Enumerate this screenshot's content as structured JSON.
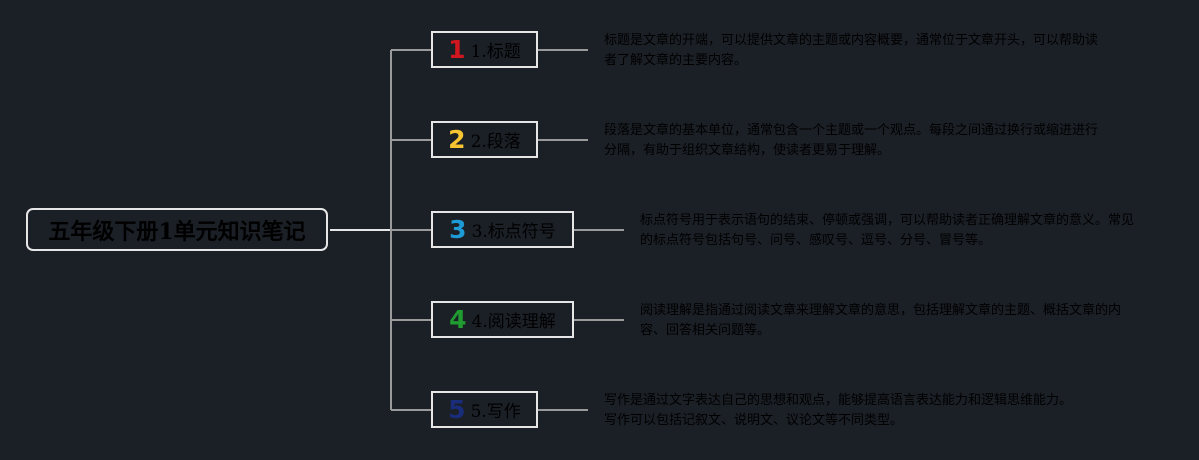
{
  "root": {
    "title": "五年级下册1单元知识笔记"
  },
  "branches": [
    {
      "number": "1",
      "label": "1.标题",
      "description": "标题是文章的开端，可以提供文章的主题或内容概要，通常位于文章开头，可以帮助读者了解文章的主要内容。",
      "number_color": "#d0161e"
    },
    {
      "number": "2",
      "label": "2.段落",
      "description": "段落是文章的基本单位，通常包含一个主题或一个观点。每段之间通过换行或缩进进行分隔，有助于组织文章结构，使读者更易于理解。",
      "number_color": "#f6c531"
    },
    {
      "number": "3",
      "label": "3.标点符号",
      "description": "标点符号用于表示语句的结束、停顿或强调，可以帮助读者正确理解文章的意义。常见的标点符号包括句号、问号、感叹号、逗号、分号、冒号等。",
      "number_color": "#1e9ad6"
    },
    {
      "number": "4",
      "label": "4.阅读理解",
      "description": "阅读理解是指通过阅读文章来理解文章的意思，包括理解文章的主题、概括文章的内容、回答相关问题等。",
      "number_color": "#1f9b2f"
    },
    {
      "number": "5",
      "label": "5.写作",
      "description": "写作是通过文字表达自己的思想和观点，能够提高语言表达能力和逻辑思维能力。写作可以包括记叙文、说明文、议论文等不同类型。",
      "number_color": "#1a2d7a"
    }
  ],
  "colors": {
    "background": "#1b1f26",
    "node_border": "#e6e6e6",
    "connector": "#9a9a9a",
    "text": "#000000"
  }
}
